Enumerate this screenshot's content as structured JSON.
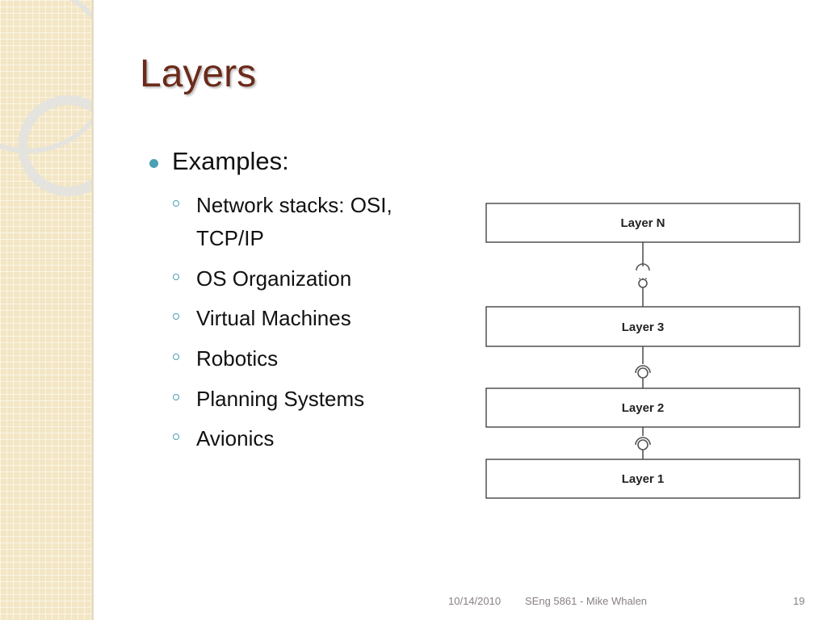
{
  "slide": {
    "title": "Layers",
    "bullet": "Examples:",
    "sub_items": [
      "Network stacks: OSI,",
      "TCP/IP",
      "OS Organization",
      "Virtual Machines",
      "Robotics",
      "Planning Systems",
      "Avionics"
    ]
  },
  "diagram": {
    "layers": [
      "Layer N",
      "Layer 3",
      "Layer 2",
      "Layer 1"
    ],
    "ellipsis": "..."
  },
  "footer": {
    "date": "10/14/2010",
    "course": "SEng 5861 - Mike Whalen",
    "page": "19"
  },
  "colors": {
    "title": "#6b2a1a",
    "bullet_accent": "#4d9fb3",
    "sidebar": "#f3e6c4"
  }
}
